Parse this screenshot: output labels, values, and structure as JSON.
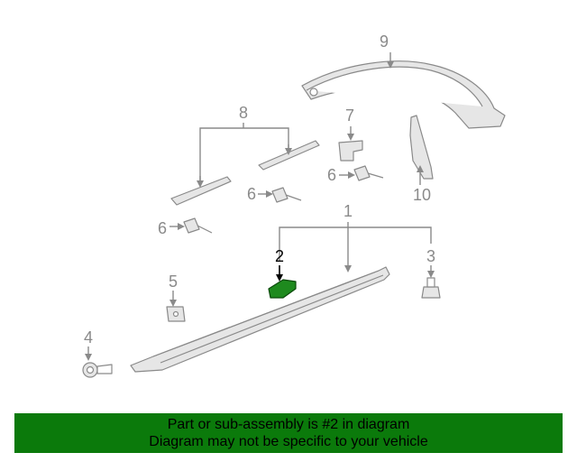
{
  "diagram": {
    "callouts": [
      "1",
      "2",
      "3",
      "4",
      "5",
      "6",
      "6",
      "6",
      "7",
      "8",
      "9",
      "10"
    ],
    "highlighted_part": "2",
    "highlight_color": "#1e8a1e"
  },
  "banner": {
    "line1": "Part or sub-assembly is #2 in diagram",
    "line2": "Diagram may not be specific to your vehicle",
    "background": "#0b7a0b"
  }
}
